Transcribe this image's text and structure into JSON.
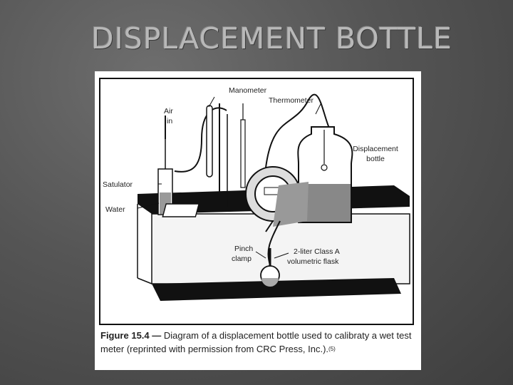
{
  "slide": {
    "title": "DISPLACEMENT BOTTLE"
  },
  "diagram": {
    "labels": {
      "manometer": "Manometer",
      "thermometer": "Thermometer",
      "air_in_1": "Air",
      "air_in_2": "in",
      "displacement_bottle_1": "Displacement",
      "displacement_bottle_2": "bottle",
      "saturator": "Satulator",
      "water": "Water",
      "pinch_clamp_1": "Pinch",
      "pinch_clamp_2": "clamp",
      "flask_1": "2-liter Class A",
      "flask_2": "volumetric flask"
    }
  },
  "caption": {
    "figure_ref": "Figure 15.4 —",
    "text": "Diagram of a displacement bottle used to calibraty a wet test meter (reprinted with permission from CRC Press, Inc.).",
    "superscript": "(5)"
  }
}
